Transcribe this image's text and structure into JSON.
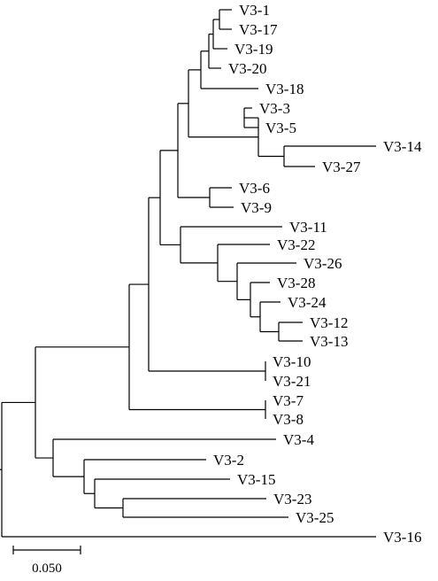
{
  "tree": {
    "line_color": "#000000",
    "taxa": [
      "V3-1",
      "V3-17",
      "V3-19",
      "V3-20",
      "V3-18",
      "V3-3",
      "V3-5",
      "V3-14",
      "V3-27",
      "V3-6",
      "V3-9",
      "V3-11",
      "V3-22",
      "V3-26",
      "V3-28",
      "V3-24",
      "V3-12",
      "V3-13",
      "V3-10",
      "V3-21",
      "V3-7",
      "V3-8",
      "V3-4",
      "V3-2",
      "V3-15",
      "V3-23",
      "V3-25",
      "V3-16"
    ],
    "scale_bar": {
      "label": "0.050",
      "length": 0.05
    }
  }
}
